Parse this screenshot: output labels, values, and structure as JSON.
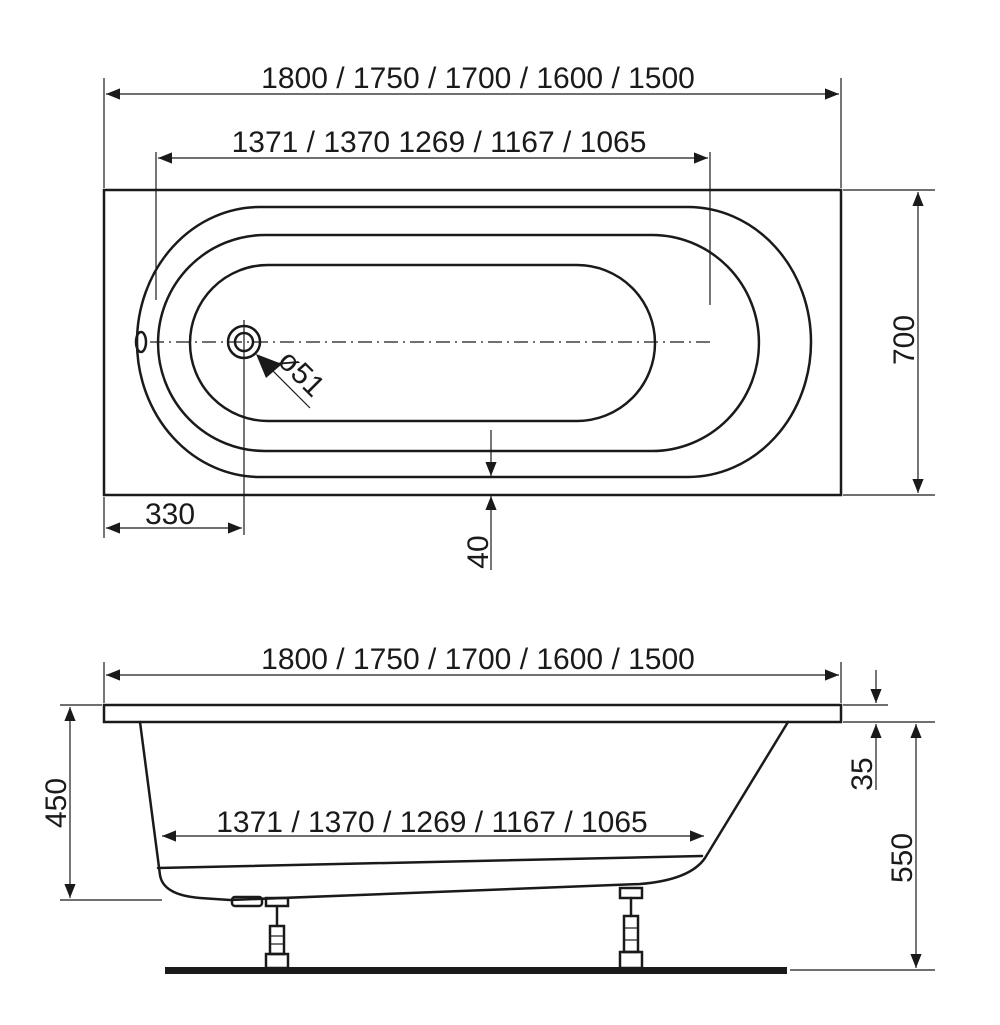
{
  "top_view": {
    "overall_length_label": "1800 / 1750 / 1700 / 1600 / 1500",
    "inner_length_label": "1371 / 1370 1269 / 1167 / 1065",
    "width_label": "700",
    "drain_diameter_label": "ø51",
    "drain_offset_label": "330",
    "rim_width_label": "40"
  },
  "side_view": {
    "overall_length_label": "1800 / 1750 / 1700 / 1600 / 1500",
    "bottom_length_label": "1371  / 1370 / 1269 / 1167 / 1065",
    "depth_label": "450",
    "rim_thickness_label": "35",
    "total_height_label": "550"
  }
}
